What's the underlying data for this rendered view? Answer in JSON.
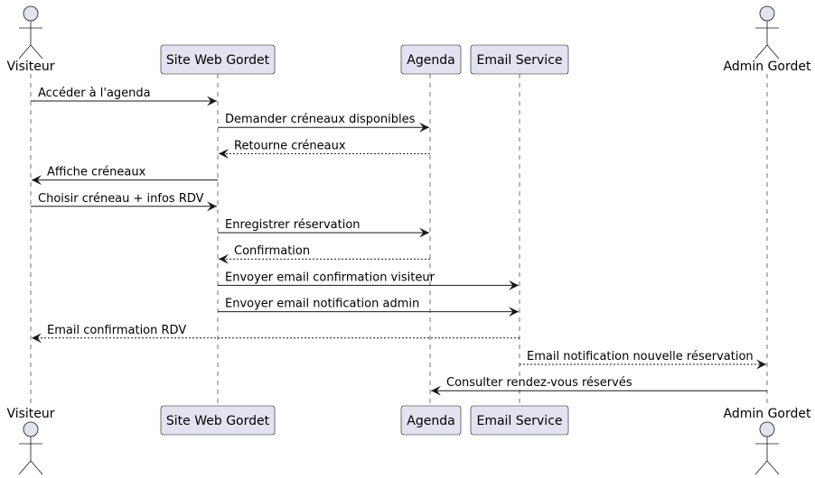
{
  "colors": {
    "participant_fill": "#E2E2F0",
    "participant_stroke": "#181818",
    "lifeline": "#181818",
    "arrow": "#181818",
    "text": "#000000"
  },
  "participants": [
    {
      "id": "visiteur",
      "label": "Visiteur",
      "kind": "actor"
    },
    {
      "id": "site",
      "label": "Site Web Gordet",
      "kind": "participant"
    },
    {
      "id": "agenda",
      "label": "Agenda",
      "kind": "participant"
    },
    {
      "id": "email",
      "label": "Email Service",
      "kind": "participant"
    },
    {
      "id": "admin",
      "label": "Admin Gordet",
      "kind": "actor"
    }
  ],
  "messages": [
    {
      "from": "visiteur",
      "to": "site",
      "label": "Accéder à l'agenda",
      "style": "solid"
    },
    {
      "from": "site",
      "to": "agenda",
      "label": "Demander créneaux disponibles",
      "style": "solid"
    },
    {
      "from": "agenda",
      "to": "site",
      "label": "Retourne créneaux",
      "style": "dashed"
    },
    {
      "from": "site",
      "to": "visiteur",
      "label": "Affiche créneaux",
      "style": "solid"
    },
    {
      "from": "visiteur",
      "to": "site",
      "label": "Choisir créneau + infos RDV",
      "style": "solid"
    },
    {
      "from": "site",
      "to": "agenda",
      "label": "Enregistrer réservation",
      "style": "solid"
    },
    {
      "from": "agenda",
      "to": "site",
      "label": "Confirmation",
      "style": "dashed"
    },
    {
      "from": "site",
      "to": "email",
      "label": "Envoyer email confirmation visiteur",
      "style": "solid"
    },
    {
      "from": "site",
      "to": "email",
      "label": "Envoyer email notification admin",
      "style": "solid"
    },
    {
      "from": "email",
      "to": "visiteur",
      "label": "Email confirmation RDV",
      "style": "dashed"
    },
    {
      "from": "email",
      "to": "admin",
      "label": "Email notification nouvelle réservation",
      "style": "dashed"
    },
    {
      "from": "admin",
      "to": "agenda",
      "label": "Consulter rendez-vous réservés",
      "style": "solid"
    }
  ]
}
